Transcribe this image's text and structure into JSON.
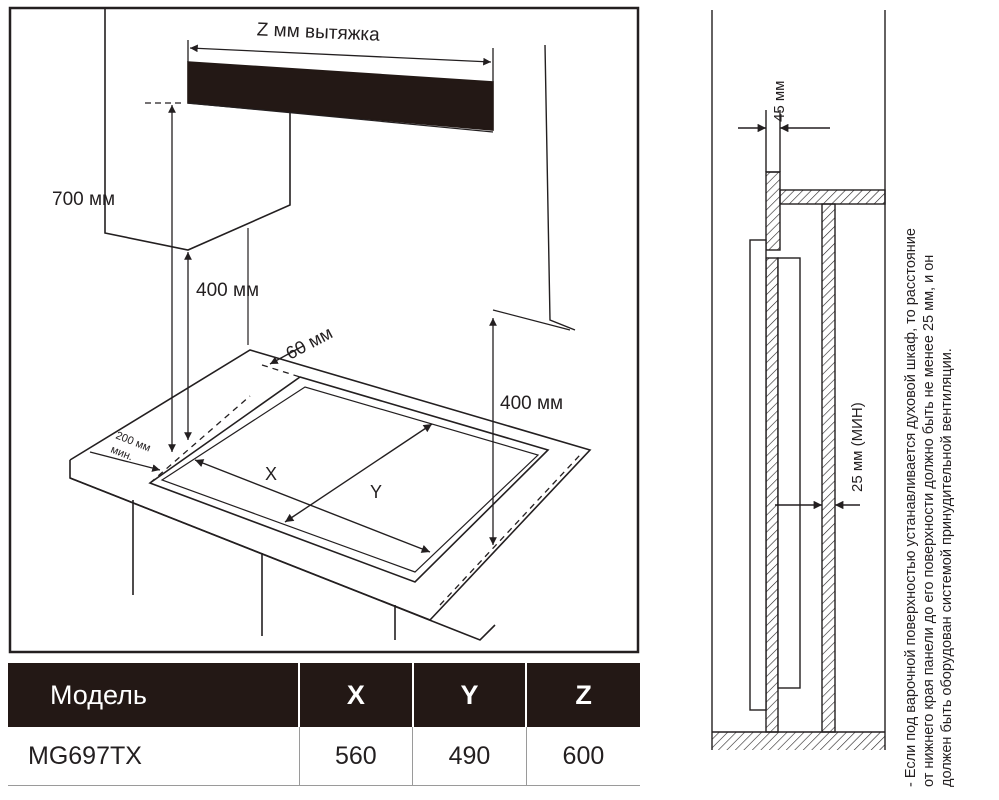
{
  "diagram": {
    "hood_width_label": "Z мм вытяжка",
    "cabinet_height_label": "700 мм",
    "hood_clearance_label": "400 мм",
    "side_wall_clearance_label": "400 мм",
    "rear_gap_label": "60 мм",
    "front_gap_label_line1": "200 мм",
    "front_gap_label_line2": "мин.",
    "x_axis_label": "X",
    "y_axis_label": "Y"
  },
  "side_view": {
    "depth_label": "45 мм",
    "vent_gap_label": "25 мм (МИН)"
  },
  "spec_table": {
    "headers": [
      "Модель",
      "X",
      "Y",
      "Z"
    ],
    "row": [
      "MG697TX",
      "560",
      "490",
      "600"
    ]
  },
  "note": {
    "line1": "- Если под варочной поверхностью устанавливается духовой шкаф, то расстояние",
    "line2": "от нижнего края панели до его поверхности должно быть не менее 25 мм, и он",
    "line3": "должен быть оборудован системой принудительной вентиляции."
  }
}
